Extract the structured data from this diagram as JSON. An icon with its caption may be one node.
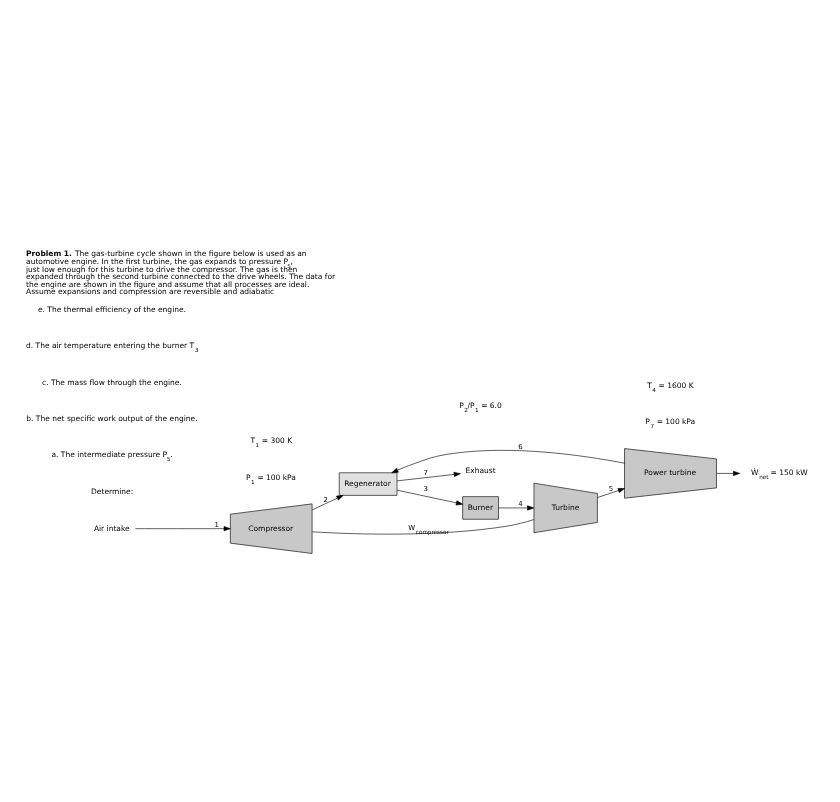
{
  "diagram": {
    "title": "**Problem 1.** The gas-turbine cycle shown in the figure below is used as an automotive engine. In the first turbine, the gas expands to pressure P$_{5}$, just low enough for this turbine to drive the compressor. The gas is then expanded through the second turbine connected to the drive wheels. The data for the engine are shown in the figure and assume that all processes are ideal. Assume expansions and compression are reversible and adiabatic",
    "nodes": [
      {
        "text": [
          "Exhaust"
        ]
      },
      {
        "text": [
          "Air intake"
        ]
      },
      {
        "text": [
          "Compressor"
        ]
      },
      {
        "text": [
          "Regenerator"
        ]
      },
      {
        "text": [
          "Burner"
        ]
      },
      {
        "text": [
          "Turbine"
        ]
      },
      {
        "text": [
          "Power turbine"
        ]
      },
      {
        "text": [
          "Ẇ$_{net}$ = 150 kW"
        ]
      }
    ],
    "edges": [
      {
        "from": 1,
        "to": 2,
        "arrow": "to",
        "label": "1"
      },
      {
        "from": 2,
        "to": 3,
        "arrow": "to",
        "label": "2"
      },
      {
        "from": 3,
        "to": 4,
        "arrow": "to",
        "label": "3"
      },
      {
        "from": 4,
        "to": 5,
        "arrow": "to",
        "label": "4"
      },
      {
        "from": 5,
        "to": 6,
        "arrow": "to",
        "label": "5"
      },
      {
        "from": 6,
        "to": 3,
        "arrow": "to",
        "label": "6"
      },
      {
        "from": 3,
        "to": 0,
        "arrow": "to",
        "label": "7"
      },
      {
        "from": 2,
        "to": 5,
        "arrow": "none",
        "label": "W$_{compressor}$"
      },
      {
        "from": 6,
        "to": 7,
        "arrow": "to"
      }
    ],
    "labels": [
      "Determine:",
      "a. The intermediate pressure P$_{5}$.",
      "b. The net specific work output of the engine.",
      "c. The mass flow through the engine.",
      "d. The air temperature entering the burner T$_{3}$",
      "e. The thermal efficiency of the engine.",
      "P$_{1}$ = 100 kPa",
      "T$_{1}$ = 300 K",
      "P$_{2}$/P$_{1}$ = 6.0",
      "P$_{7}$ = 100 kPa",
      "T$_{4}$ = 1600 K"
    ]
  }
}
